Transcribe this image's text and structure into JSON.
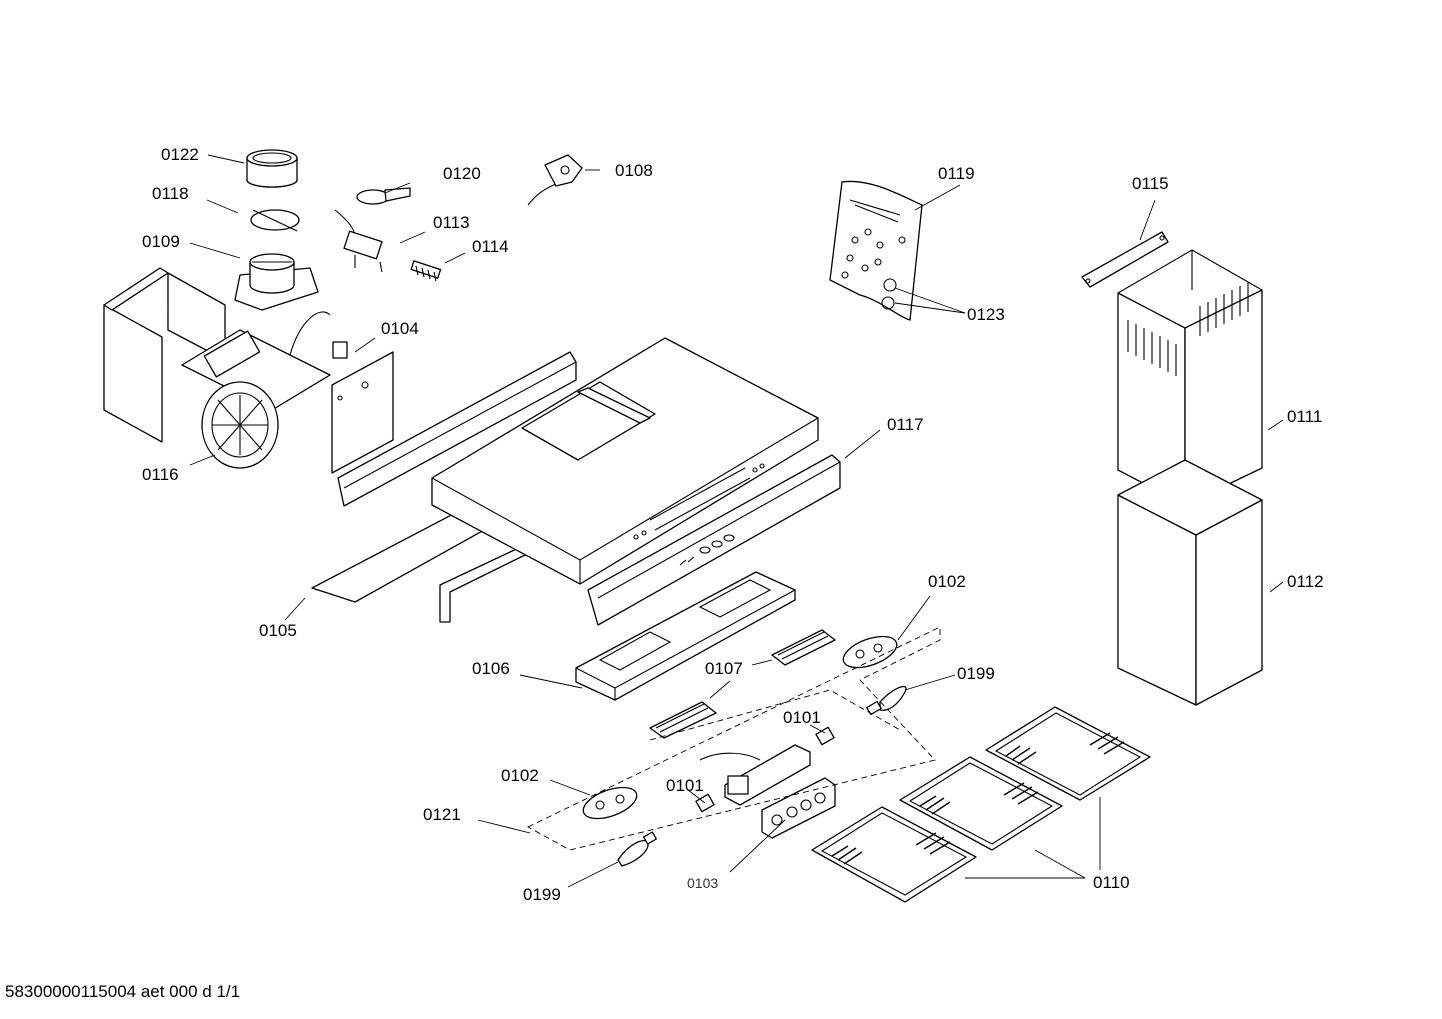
{
  "labels": {
    "p0122": "0122",
    "p0118": "0118",
    "p0109": "0109",
    "p0120": "0120",
    "p0108": "0108",
    "p0113": "0113",
    "p0114": "0114",
    "p0104": "0104",
    "p0116": "0116",
    "p0119": "0119",
    "p0123": "0123",
    "p0115": "0115",
    "p0111": "0111",
    "p0117": "0117",
    "p0112": "0112",
    "p0105": "0105",
    "p0102a": "0102",
    "p0106": "0106",
    "p0107": "0107",
    "p0199a": "0199",
    "p0101a": "0101",
    "p0102b": "0102",
    "p0101b": "0101",
    "p0121": "0121",
    "p0103": "0103",
    "p0199b": "0199",
    "p0110": "0110"
  },
  "footer": "58300000115004 aet 000 d 1/1"
}
